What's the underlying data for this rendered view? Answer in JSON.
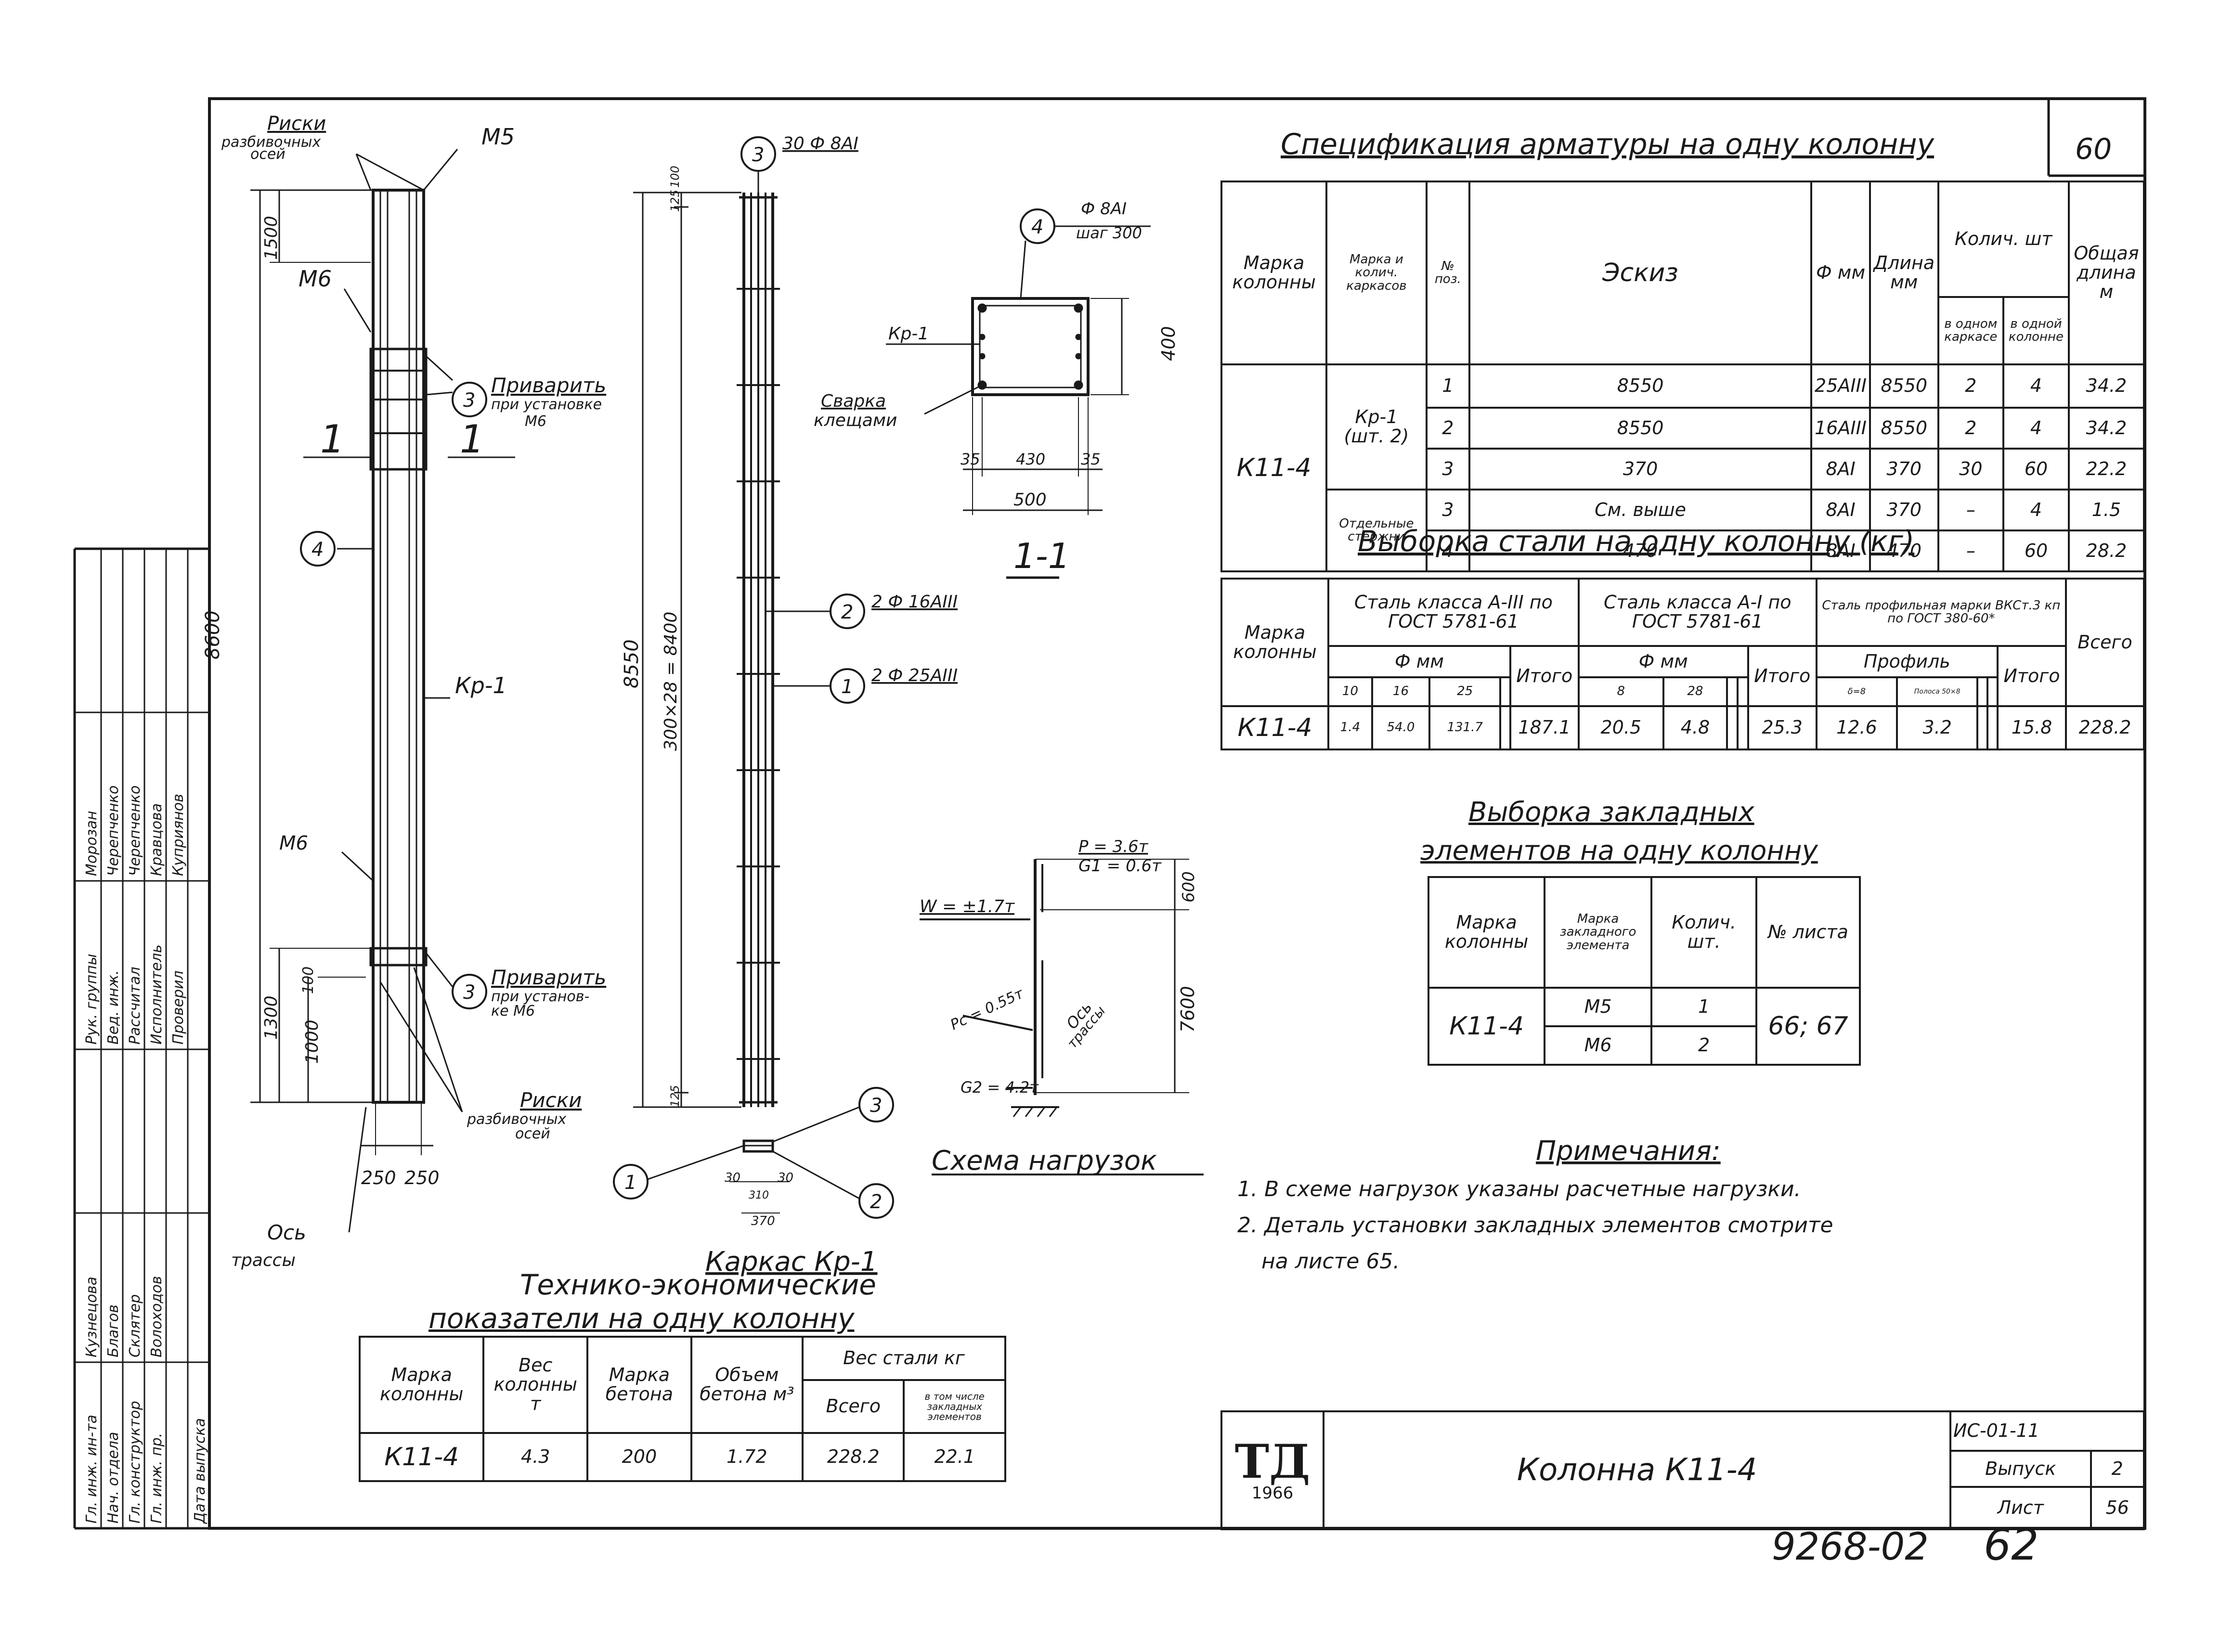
{
  "sheet": {
    "page_no": "60",
    "stamp_number": "9268-02",
    "stamp_page": "62",
    "doc_code": "ИС-01-11",
    "issue_label": "Выпуск",
    "issue_no": "2",
    "sheet_label": "Лист",
    "sheet_no": "56",
    "title": "Колонна К11-4",
    "logo_letters": "ТД",
    "logo_year": "1966"
  },
  "left_block": {
    "roles": [
      "Рук. группы",
      "Вед. инж.",
      "Рассчитал",
      "Исполнитель",
      "Проверил"
    ],
    "names": [
      "Морозан",
      "Черепченко",
      "Черепченко",
      "Кравцова",
      "Куприянов"
    ],
    "lower_roles": [
      "Гл. инж. ин-та",
      "Нач. отдела",
      "Гл. конструктор",
      "Гл. инж. пр.",
      "Дата выпуска"
    ],
    "lower_names": [
      "Кузнецова",
      "Благов",
      "Склятер",
      "Волоходов"
    ]
  },
  "column_drawing": {
    "top_label_1": "Риски",
    "top_label_2": "разбивочных",
    "top_label_3": "осей",
    "m5": "М5",
    "m6_top": "М6",
    "m6_bottom": "М6",
    "weld_1": "Приварить",
    "weld_1b": "при установке",
    "weld_1c": "М6",
    "weld_2": "Приварить",
    "weld_2b": "при установ-",
    "weld_2c": "ке  М6",
    "risks_1": "Риски",
    "risks_2": "разбивочных",
    "risks_3": "осей",
    "kr1": "Кр-1",
    "section_1a": "1",
    "section_1b": "1",
    "dim_1500": "1500",
    "dim_8600": "8600",
    "dim_1300": "1300",
    "dim_100": "100",
    "dim_1000": "1000",
    "dim_250a": "250",
    "dim_250b": "250",
    "axis_1": "Ось",
    "axis_2": "трассы",
    "circle_3a": "3",
    "circle_3b": "3",
    "circle_4": "4"
  },
  "frame_drawing": {
    "circle_3": "3",
    "bar_3": "30 Ф 8АI",
    "circle_2": "2",
    "bar_2": "2 Ф 16АIII",
    "circle_1": "1",
    "bar_1": "2 Ф 25АIII",
    "dim_8550": "8550",
    "dim_300x28": "300×28 = 8400",
    "dim_125a": "125",
    "dim_100": "100",
    "dim_125b": "125",
    "title": "Каркас Кр-1",
    "c1": "1",
    "c2": "2",
    "c3": "3",
    "d30a": "30",
    "d30b": "30",
    "d310": "310",
    "d370": "370"
  },
  "section_drawing": {
    "circle_4": "4",
    "bar_4": "Ф 8АI",
    "step": "шаг 300",
    "kr1": "Кр-1",
    "weld_1": "Сварка",
    "weld_2": "клещами",
    "d400": "400",
    "d35a": "35",
    "d430": "430",
    "d35b": "35",
    "d500": "500",
    "title": "1-1"
  },
  "loads": {
    "p": "P = 3.6т",
    "g1": "G1 = 0.6т",
    "w": "W = ±1.7т",
    "pc": "Pc = 0.55т",
    "g2": "G2 = 4.2т",
    "d600": "600",
    "d7600": "7600",
    "axis_1": "Ось",
    "axis_2": "трассы",
    "title": "Схема нагрузок"
  },
  "spec": {
    "title": "Спецификация арматуры на одну колонну",
    "headers": [
      "Марка колонны",
      "Марка и колич. каркасов",
      "№ поз.",
      "Эскиз",
      "Ф мм",
      "Длина мм",
      "Колич. шт",
      "Общая длина м"
    ],
    "kol_sub": [
      "в одном каркасе",
      "в одной колонне"
    ],
    "column_mark": "К11-4",
    "frame_mark": "Кр-1",
    "frame_qty": "(шт. 2)",
    "separate": "Отдельные стержни",
    "rows": [
      {
        "pos": "1",
        "sketch": "8550",
        "dia": "25АIII",
        "len": "8550",
        "q1": "2",
        "q2": "4",
        "total": "34.2"
      },
      {
        "pos": "2",
        "sketch": "8550",
        "dia": "16АIII",
        "len": "8550",
        "q1": "2",
        "q2": "4",
        "total": "34.2"
      },
      {
        "pos": "3",
        "sketch": "370",
        "dia": "8АI",
        "len": "370",
        "q1": "30",
        "q2": "60",
        "total": "22.2"
      },
      {
        "pos": "3",
        "sketch": "См. выше",
        "dia": "8АI",
        "len": "370",
        "q1": "–",
        "q2": "4",
        "total": "1.5"
      },
      {
        "pos": "4",
        "sketch": "470",
        "dia": "8АI",
        "len": "470",
        "q1": "–",
        "q2": "60",
        "total": "28.2"
      }
    ]
  },
  "steel": {
    "title": "Выборка стали на одну колонну (кг)",
    "h_mark": "Марка колонны",
    "h_a3": "Сталь класса А-III по ГОСТ 5781-61",
    "h_a1": "Сталь класса А-I по ГОСТ 5781-61",
    "h_prof": "Сталь профильная марки ВКСт.3 кп по ГОСТ 380-60*",
    "h_total": "Всего",
    "h_fmm": "Ф мм",
    "h_itogo": "Итого",
    "h_profile": "Профиль",
    "sub_a3": [
      "10",
      "16",
      "25",
      ""
    ],
    "sub_a1": [
      "8",
      "28",
      "",
      ""
    ],
    "sub_prof": [
      "δ=8",
      "Полоса 50×8",
      "",
      ""
    ],
    "row": {
      "mark": "К11-4",
      "a3": [
        "1.4",
        "54.0",
        "131.7",
        ""
      ],
      "a3_total": "187.1",
      "a1": [
        "20.5",
        "4.8",
        "",
        ""
      ],
      "a1_total": "25.3",
      "prof": [
        "12.6",
        "3.2",
        "",
        ""
      ],
      "prof_total": "15.8",
      "total": "228.2"
    }
  },
  "embedded": {
    "title_1": "Выборка закладных",
    "title_2": "элементов на одну колонну",
    "headers": [
      "Марка колонны",
      "Марка закладного элемента",
      "Колич. шт.",
      "№ листа"
    ],
    "mark": "К11-4",
    "rows": [
      {
        "elem": "М5",
        "qty": "1"
      },
      {
        "elem": "М6",
        "qty": "2"
      }
    ],
    "sheets": "66; 67"
  },
  "notes": {
    "title": "Примечания:",
    "items": [
      "1. В схеме нагрузок указаны расчетные нагрузки.",
      "2. Деталь установки закладных элементов смотрите",
      "на листе 65."
    ]
  },
  "tech": {
    "title_1": "Технико-экономические",
    "title_2": "показатели на одну колонну",
    "h_mark": "Марка колонны",
    "h_weight": "Вес колонны т",
    "h_concrete": "Марка бетона",
    "h_volume": "Объем бетона м³",
    "h_steel": "Вес стали кг",
    "h_all": "Всего",
    "h_emb": "в том числе закладных элементов",
    "row": {
      "mark": "К11-4",
      "weight": "4.3",
      "concrete": "200",
      "volume": "1.72",
      "all": "228.2",
      "emb": "22.1"
    }
  }
}
